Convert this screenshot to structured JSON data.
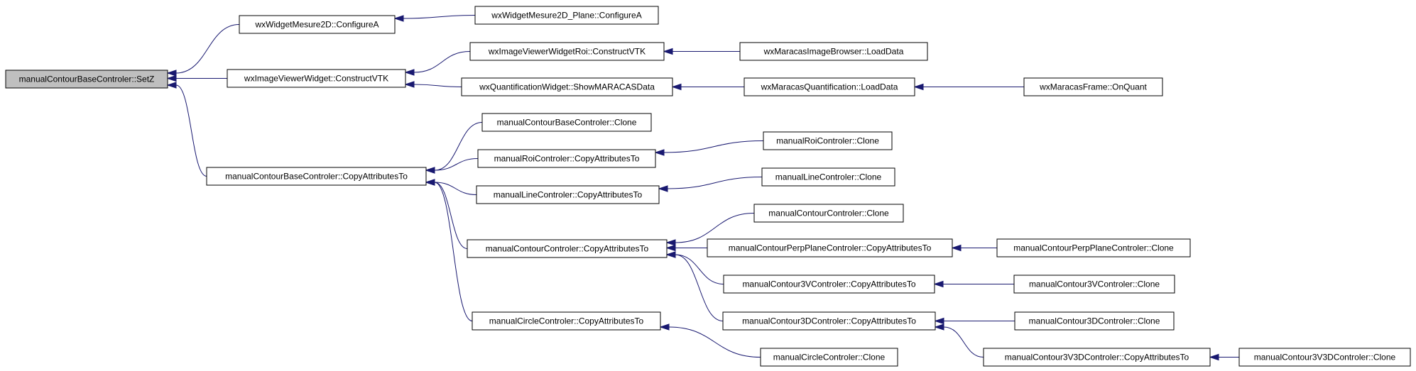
{
  "nodes": [
    {
      "id": "setz",
      "label": "manualContourBaseControler::SetZ",
      "root": true
    },
    {
      "id": "wm2d_cfg",
      "label": "wxWidgetMesure2D::ConfigureA"
    },
    {
      "id": "wm2dp_cfg",
      "label": "wxWidgetMesure2D_Plane::ConfigureA"
    },
    {
      "id": "wiv_vtk",
      "label": "wxImageViewerWidget::ConstructVTK"
    },
    {
      "id": "wivr_vtk",
      "label": "wxImageViewerWidgetRoi::ConstructVTK"
    },
    {
      "id": "wmib_load",
      "label": "wxMaracasImageBrowser::LoadData"
    },
    {
      "id": "wqw_show",
      "label": "wxQuantificationWidget::ShowMARACASData"
    },
    {
      "id": "wmq_load",
      "label": "wxMaracasQuantification::LoadData"
    },
    {
      "id": "wmf_quant",
      "label": "wxMaracasFrame::OnQuant"
    },
    {
      "id": "mcb_copy",
      "label": "manualContourBaseControler::CopyAttributesTo"
    },
    {
      "id": "mcb_clone",
      "label": "manualContourBaseControler::Clone"
    },
    {
      "id": "mroi_copy",
      "label": "manualRoiControler::CopyAttributesTo"
    },
    {
      "id": "mroi_clone",
      "label": "manualRoiControler::Clone"
    },
    {
      "id": "mline_copy",
      "label": "manualLineControler::CopyAttributesTo"
    },
    {
      "id": "mline_clone",
      "label": "manualLineControler::Clone"
    },
    {
      "id": "mc_copy",
      "label": "manualContourControler::CopyAttributesTo"
    },
    {
      "id": "mc_clone",
      "label": "manualContourControler::Clone"
    },
    {
      "id": "mpp_copy",
      "label": "manualContourPerpPlaneControler::CopyAttributesTo"
    },
    {
      "id": "mpp_clone",
      "label": "manualContourPerpPlaneControler::Clone"
    },
    {
      "id": "m3v_copy",
      "label": "manualContour3VControler::CopyAttributesTo"
    },
    {
      "id": "m3v_clone",
      "label": "manualContour3VControler::Clone"
    },
    {
      "id": "m3d_copy",
      "label": "manualContour3DControler::CopyAttributesTo"
    },
    {
      "id": "m3d_clone",
      "label": "manualContour3DControler::Clone"
    },
    {
      "id": "m3v3d_copy",
      "label": "manualContour3V3DControler::CopyAttributesTo"
    },
    {
      "id": "m3v3d_clone",
      "label": "manualContour3V3DControler::Clone"
    },
    {
      "id": "mcirc_copy",
      "label": "manualCircleControler::CopyAttributesTo"
    },
    {
      "id": "mcirc_clone",
      "label": "manualCircleControler::Clone"
    }
  ],
  "edges": [
    {
      "from": "wm2d_cfg",
      "to": "setz"
    },
    {
      "from": "wiv_vtk",
      "to": "setz"
    },
    {
      "from": "mcb_copy",
      "to": "setz"
    },
    {
      "from": "wm2dp_cfg",
      "to": "wm2d_cfg"
    },
    {
      "from": "wivr_vtk",
      "to": "wiv_vtk"
    },
    {
      "from": "wqw_show",
      "to": "wiv_vtk"
    },
    {
      "from": "wmib_load",
      "to": "wivr_vtk"
    },
    {
      "from": "wmq_load",
      "to": "wqw_show"
    },
    {
      "from": "wmf_quant",
      "to": "wmq_load"
    },
    {
      "from": "mcb_clone",
      "to": "mcb_copy"
    },
    {
      "from": "mroi_copy",
      "to": "mcb_copy"
    },
    {
      "from": "mline_copy",
      "to": "mcb_copy"
    },
    {
      "from": "mc_copy",
      "to": "mcb_copy"
    },
    {
      "from": "mcirc_copy",
      "to": "mcb_copy"
    },
    {
      "from": "mroi_clone",
      "to": "mroi_copy"
    },
    {
      "from": "mline_clone",
      "to": "mline_copy"
    },
    {
      "from": "mc_clone",
      "to": "mc_copy"
    },
    {
      "from": "mpp_copy",
      "to": "mc_copy"
    },
    {
      "from": "m3v_copy",
      "to": "mc_copy"
    },
    {
      "from": "m3d_copy",
      "to": "mc_copy"
    },
    {
      "from": "mpp_clone",
      "to": "mpp_copy"
    },
    {
      "from": "m3v_clone",
      "to": "m3v_copy"
    },
    {
      "from": "m3d_clone",
      "to": "m3d_copy"
    },
    {
      "from": "m3v3d_copy",
      "to": "m3d_copy"
    },
    {
      "from": "m3v3d_clone",
      "to": "m3v3d_copy"
    },
    {
      "from": "mcirc_clone",
      "to": "mcirc_copy"
    }
  ]
}
